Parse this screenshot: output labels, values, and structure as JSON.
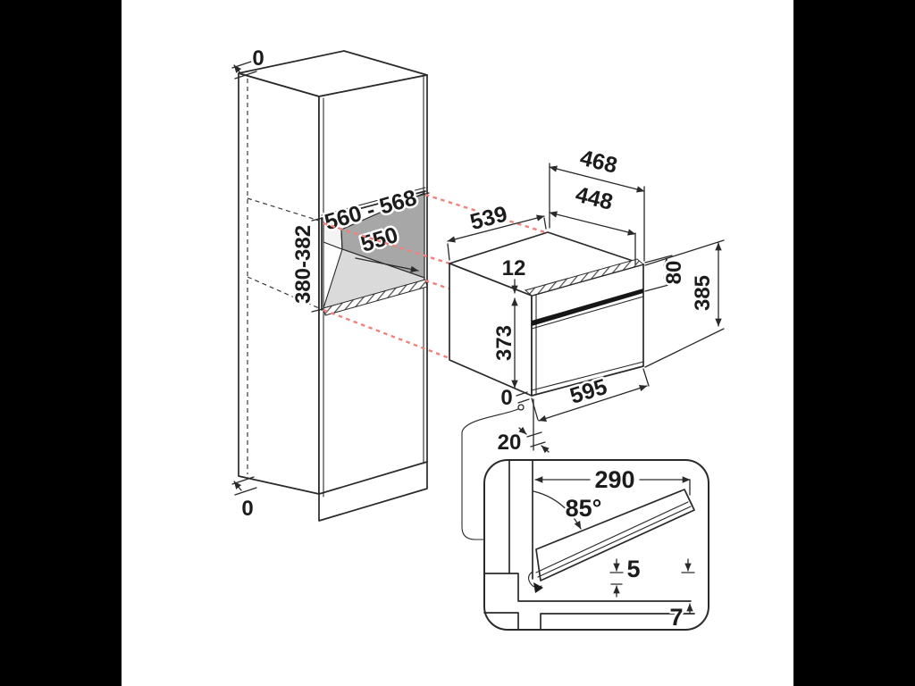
{
  "diagram": {
    "title": "built-in appliance niche installation drawing",
    "cabinet_column": {
      "clearance_top": "0",
      "clearance_bottom": "0",
      "niche": {
        "width": "560 - 568",
        "depth": "550",
        "height": "380-382"
      }
    },
    "appliance": {
      "top_depth": "539",
      "depth_with_door": "468",
      "depth_body": "448",
      "top_inset": "12",
      "body_height": "373",
      "front_zero_gap": "0",
      "width": "595",
      "door_offset": "20",
      "front_panel_height": "80",
      "height_total": "385"
    },
    "door_detail": {
      "door_projection": "290",
      "opening_angle": "85°",
      "clearance_below_door": "5",
      "plinth_clearance": "7"
    },
    "colors": {
      "background": "#000000",
      "canvas": "#ffffff",
      "line": "#2a2a2a",
      "projection_line": "#f0827b",
      "niche_back": "#a7a7a7",
      "niche_floor": "#dadada"
    }
  }
}
